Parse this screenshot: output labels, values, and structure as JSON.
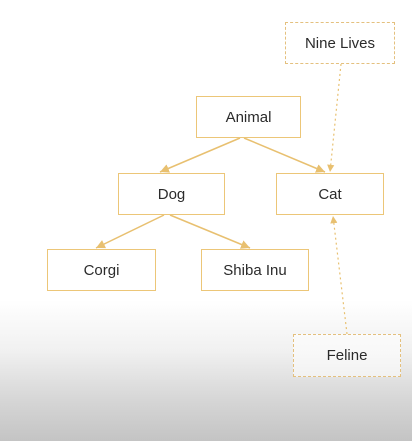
{
  "diagram": {
    "nodes": {
      "animal": "Animal",
      "dog": "Dog",
      "cat": "Cat",
      "corgi": "Corgi",
      "shiba_inu": "Shiba Inu",
      "nine_lives": "Nine Lives",
      "feline": "Feline"
    },
    "colors": {
      "solid_border": "#ecc678",
      "dashed_border": "#e4c07e",
      "arrow": "#e8c070",
      "text": "#2b2b2b"
    }
  }
}
